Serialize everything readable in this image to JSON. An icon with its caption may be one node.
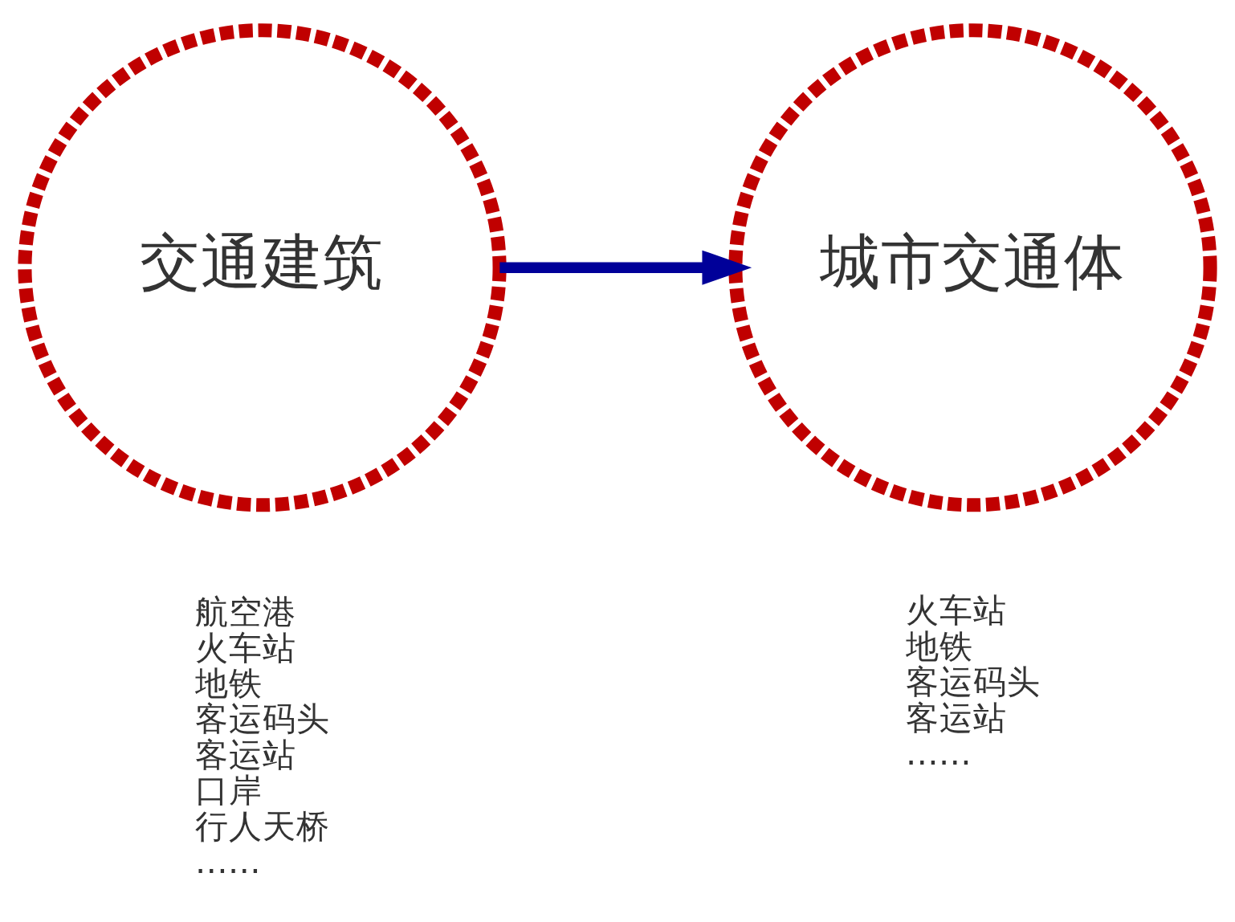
{
  "diagram": {
    "nodes": [
      {
        "text": [
          "交通建筑"
        ],
        "beside": [
          "航空港",
          "火车站",
          "地铁",
          "客运码头",
          "客运站",
          "口岸",
          "行人天桥",
          "……"
        ]
      },
      {
        "text": [
          "城市交通体"
        ],
        "beside": [
          "火车站",
          "地铁",
          "客运码头",
          "客运站",
          "……"
        ]
      }
    ],
    "edges": [
      {
        "from": 0,
        "to": 1,
        "arrow": "to",
        "color": "#000099"
      }
    ]
  }
}
